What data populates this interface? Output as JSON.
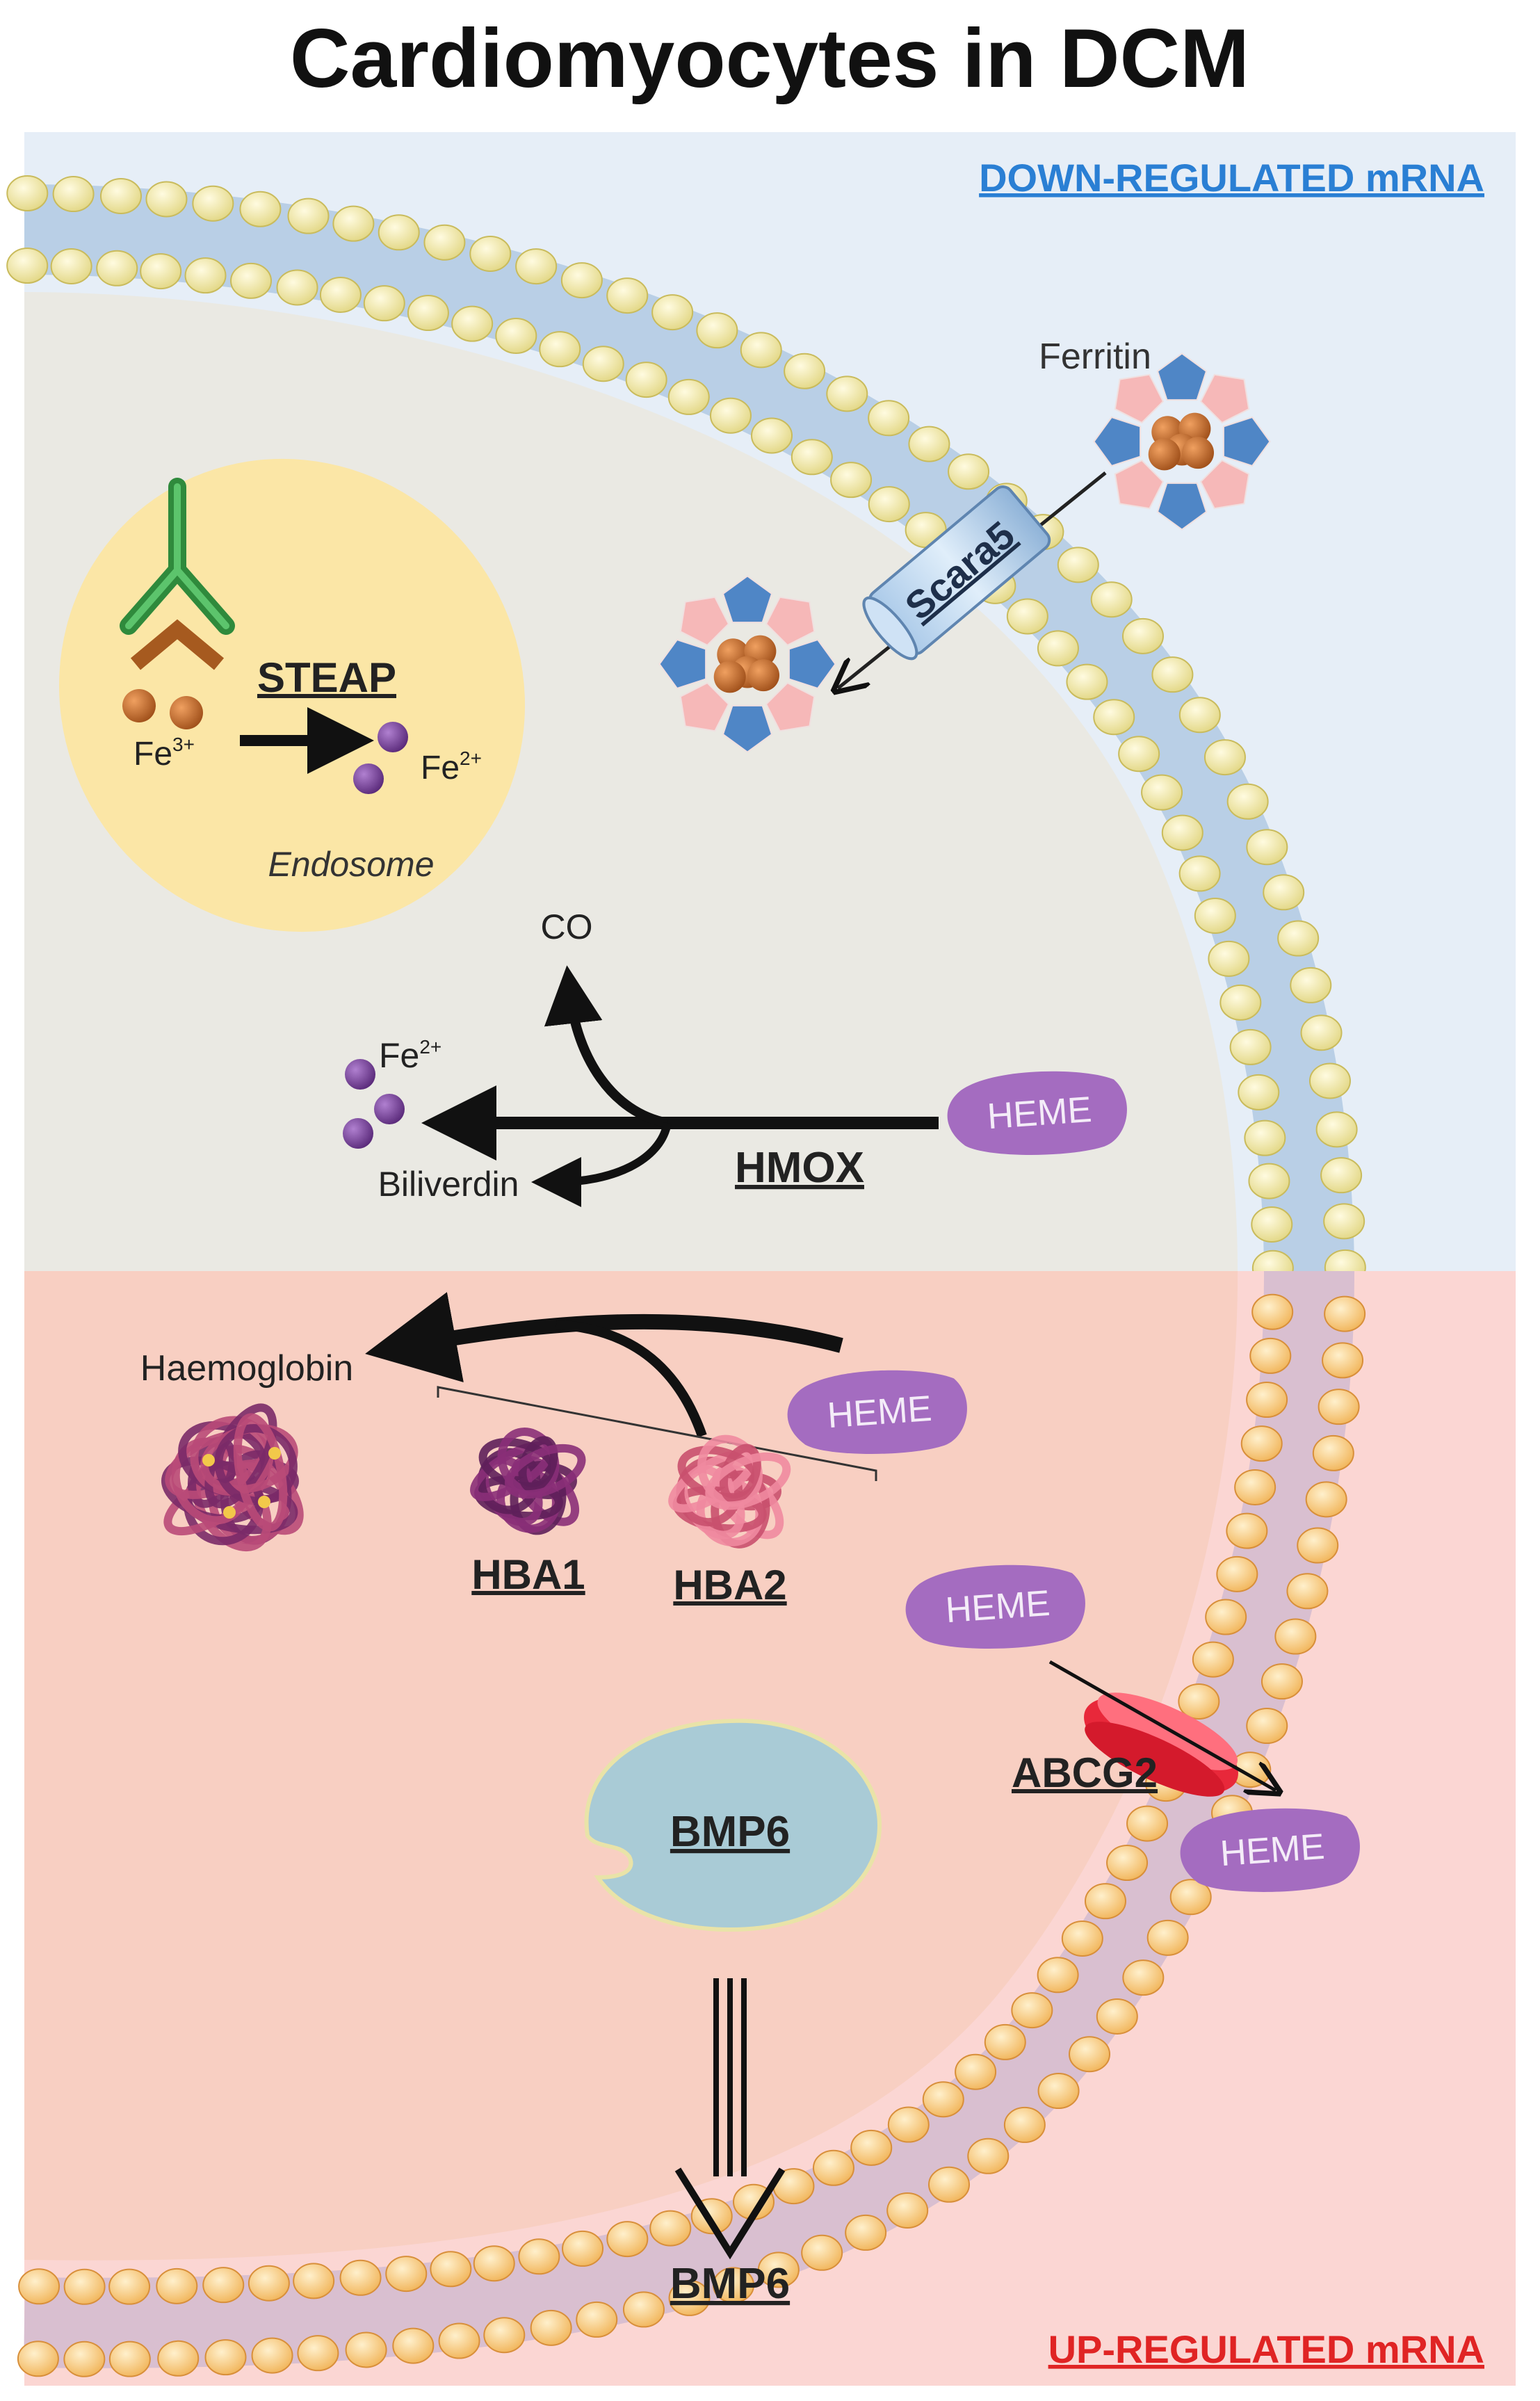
{
  "title": "Cardiomyocytes in DCM",
  "regions": {
    "down_label": "DOWN-REGULATED mRNA",
    "up_label": "UP-REGULATED mRNA"
  },
  "endosome": {
    "steap": "STEAP",
    "fe3": "Fe",
    "fe3_sup": "3+",
    "fe2": "Fe",
    "fe2_sup": "2+",
    "name": "Endosome"
  },
  "ferritin": {
    "label": "Ferritin",
    "receptor": "Scara5"
  },
  "hmox": {
    "co": "CO",
    "fe": "Fe",
    "fe_sup": "2+",
    "biliverdin": "Biliverdin",
    "enzyme": "HMOX",
    "heme": "HEME"
  },
  "haemoglobin": {
    "label": "Haemoglobin",
    "hba1": "HBA1",
    "hba2": "HBA2",
    "heme": "HEME"
  },
  "abcg2": {
    "label": "ABCG2",
    "heme_in": "HEME",
    "heme_out": "HEME"
  },
  "bmp6": {
    "inner": "BMP6",
    "secreted": "BMP6"
  },
  "colors": {
    "down_bg": "#e6eef7",
    "cell_top": "#eae9e3",
    "up_bg": "#fbd6d3",
    "heme": "#a46cc0",
    "bmp6": "#a9cbd6",
    "endosome": "#fbe6a6",
    "title_underline_down": "#2a7fd4",
    "title_underline_up": "#e02424"
  }
}
